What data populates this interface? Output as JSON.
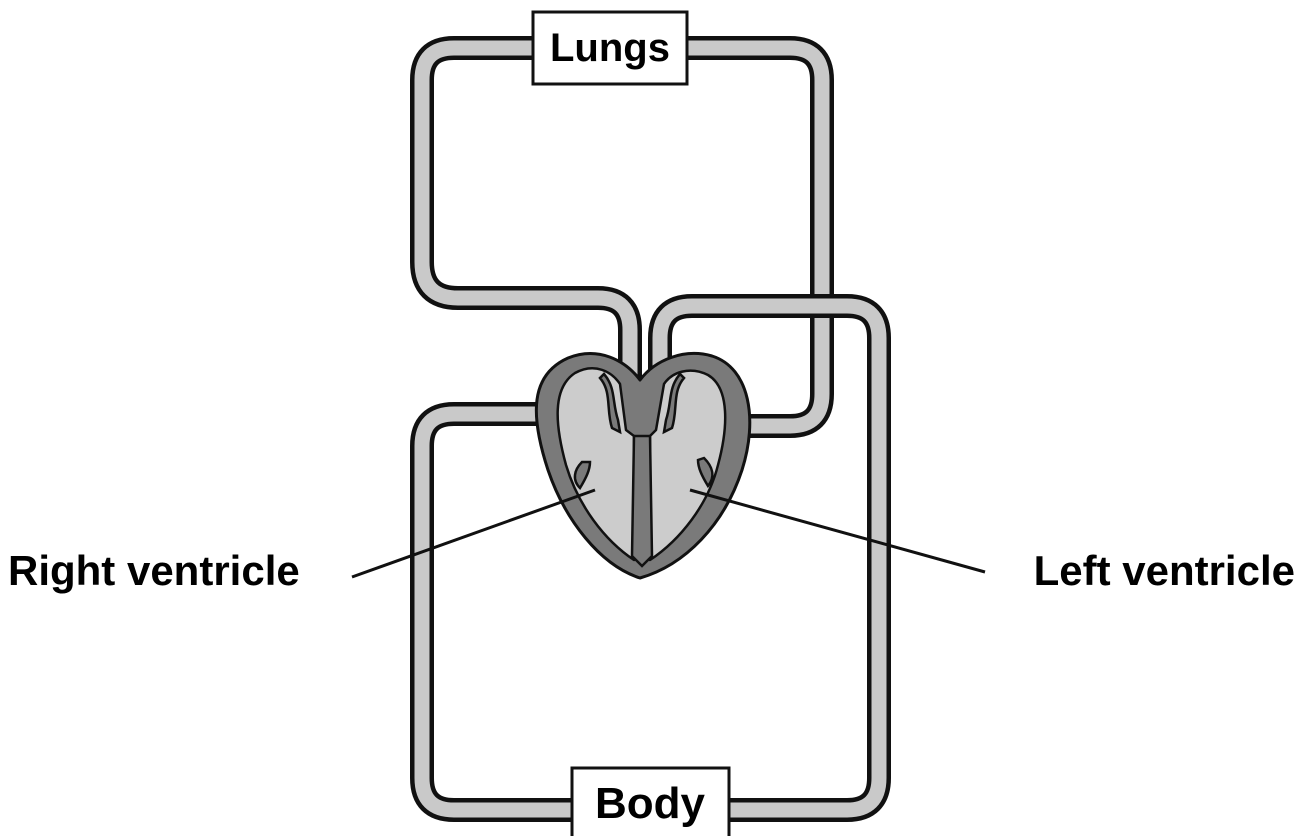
{
  "diagram": {
    "nodes": {
      "lungs": "Lungs",
      "body": "Body"
    },
    "labels": {
      "right_ventricle": "Right ventricle",
      "left_ventricle": "Left ventricle"
    },
    "colors": {
      "vessel_fill": "#c9c9c9",
      "outline": "#111111",
      "heart_wall": "#7a7a7a",
      "heart_chamber": "#cccccc",
      "background": "#ffffff"
    }
  }
}
